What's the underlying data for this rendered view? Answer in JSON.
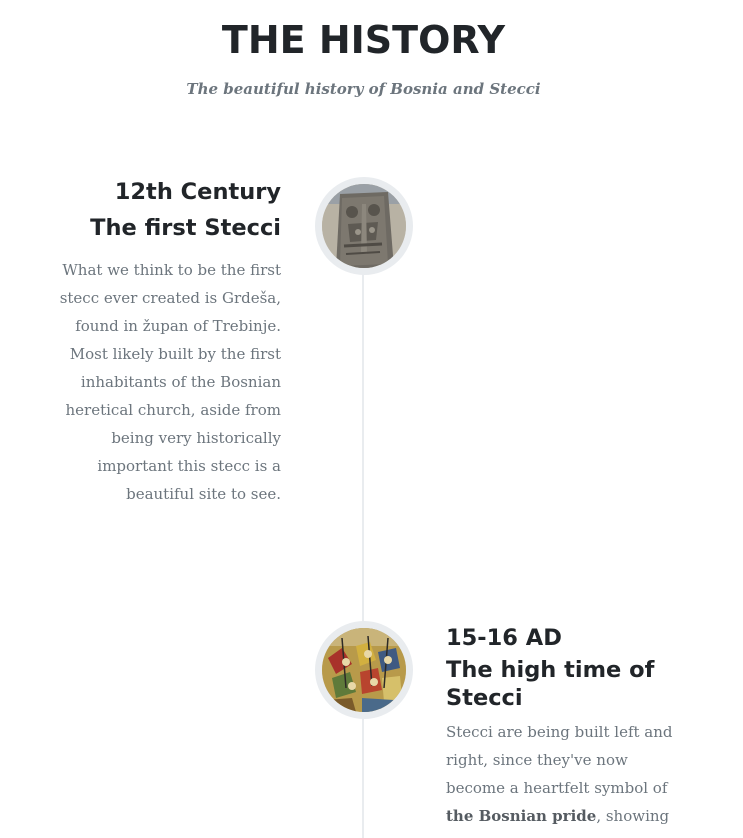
{
  "section": {
    "heading": "THE HISTORY",
    "subheading": "The beautiful history of Bosnia and Stecci"
  },
  "timeline": {
    "items": [
      {
        "heading": "12th Century",
        "subheading": "The first Stecci",
        "body": "What we think to be the first stecc ever created is Grdeša, found in župan of Trebinje. Most likely built by the first inhabitants of the Bosnian heretical church, aside from being very historically important this stecc is a beautiful site to see.",
        "image_icon": "stecak-tombstone-photo"
      },
      {
        "heading": "15-16 AD",
        "subheading": "The high time of Stecci",
        "body_before": "Stecci are being built left and right, since they've now become a heartfelt symbol of ",
        "body_strong": "the Bosnian pride",
        "body_after": ", showing",
        "image_icon": "battle-painting-photo"
      }
    ]
  },
  "colors": {
    "heading": "#212529",
    "muted": "#6c757d",
    "timeline_line": "#e9ecef"
  }
}
